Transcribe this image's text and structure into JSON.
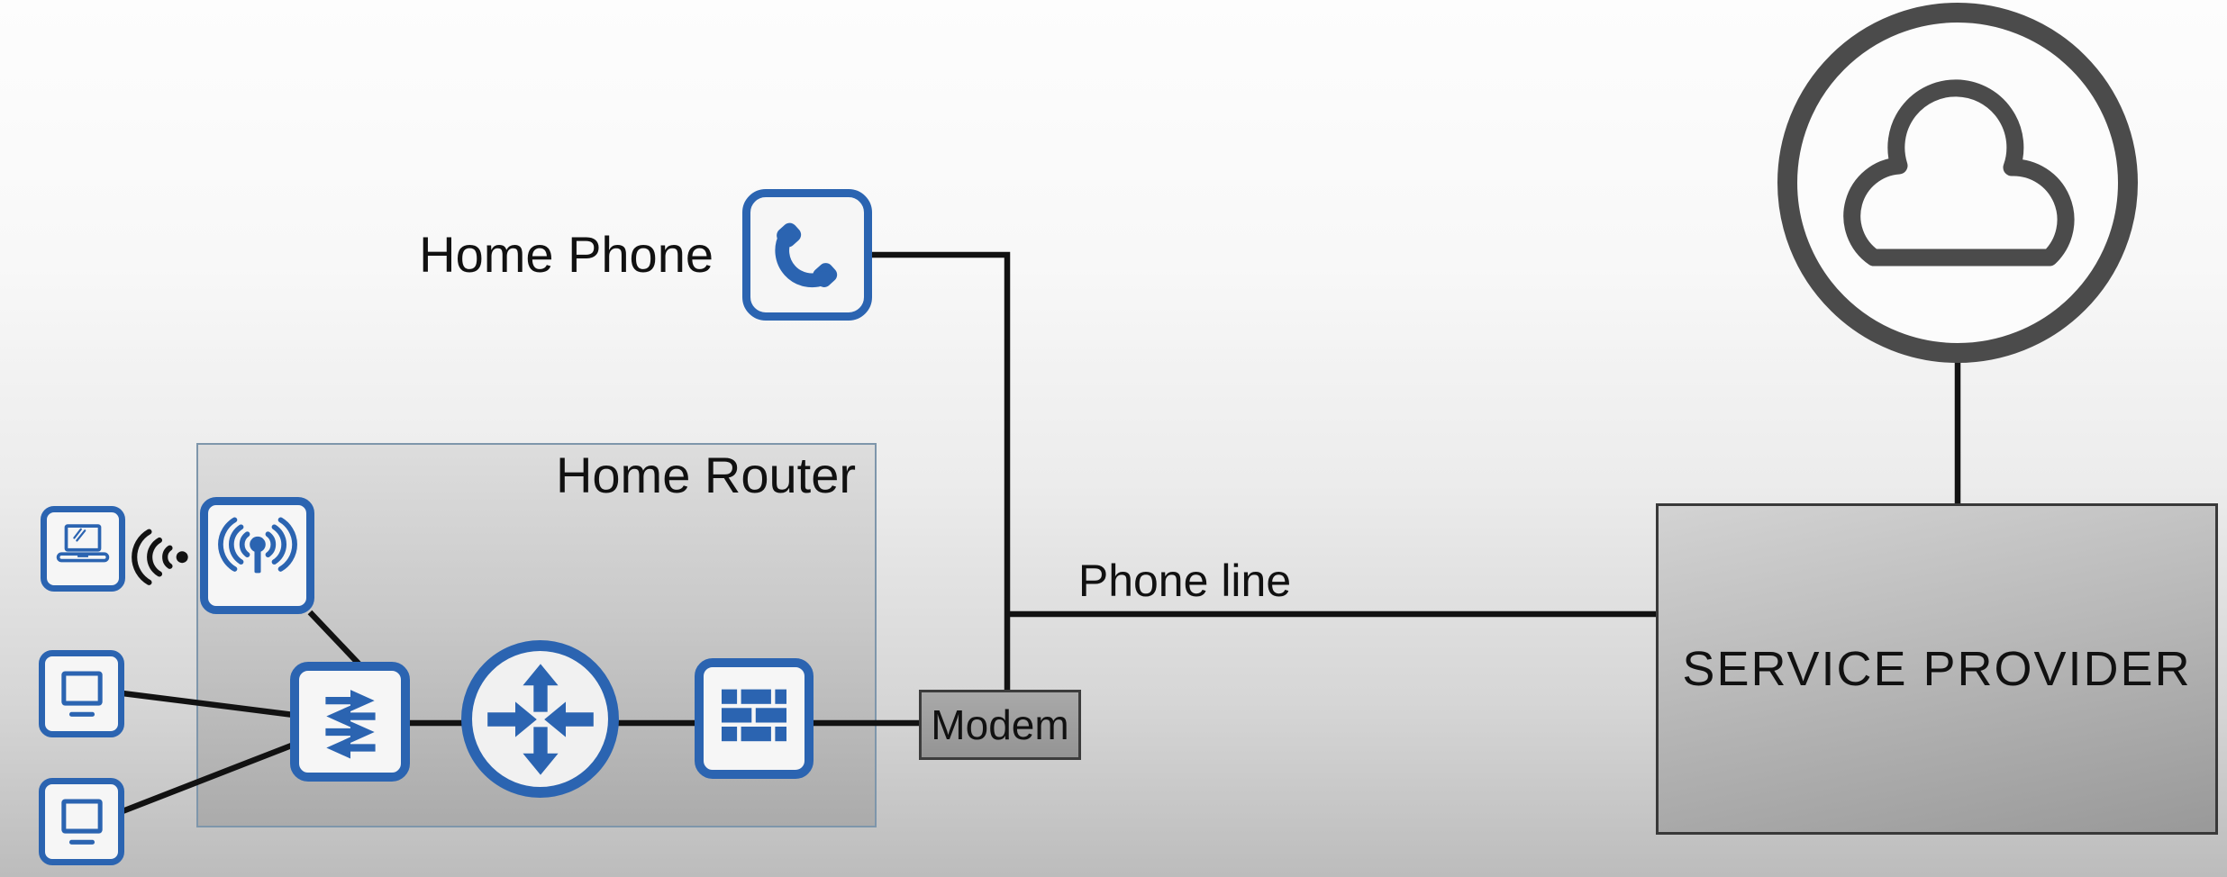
{
  "labels": {
    "home_phone": "Home Phone",
    "home_router": "Home Router",
    "phone_line": "Phone line",
    "modem": "Modem",
    "service_provider": "SERVICE PROVIDER"
  },
  "icons": {
    "cloud": "internet-cloud-icon",
    "phone": "telephone-handset-icon",
    "wireless_ap": "wireless-access-point-icon",
    "switch": "ethernet-switch-icon",
    "router": "router-icon",
    "firewall": "firewall-icon",
    "laptop": "laptop-icon",
    "monitor": "desktop-monitor-icon",
    "wifi": "wifi-signal-icon"
  },
  "colors": {
    "icon_blue": "#2b64b1",
    "connector_black": "#121212",
    "cloud_gray": "#4b4b4b",
    "label_black": "#111111"
  }
}
